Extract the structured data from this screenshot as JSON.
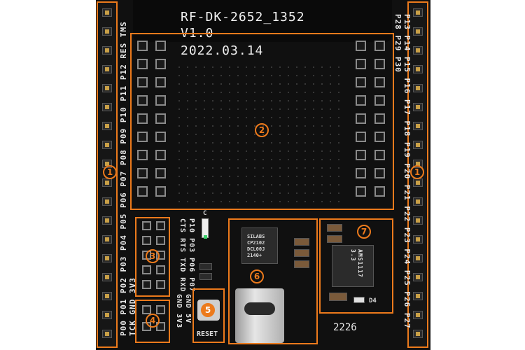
{
  "board": {
    "title_line1": "RF-DK-2652_1352",
    "title_line2": "V1.0",
    "title_line3": "2022.03.14",
    "left_pins_label": "P00 P01 P02 P03 P04 P05 P06 P07 P08 P09 P10 P11 P12 RES TMS TCK GND 3V3",
    "right_pins_label": "P13 P14 P15 P16 P17 P18 P19 P20 P21 P22 P23 P24 P25 P26 P27 P28 P29 P30",
    "uart_top": "CTS RTS TXD RXD",
    "uart_bottom": "P10 P03 P06 P07",
    "power_label": "GND 3V3",
    "power_label2": "GND 5V",
    "reset_label": "RESET",
    "ic_line1": "SILABS",
    "ic_line2": "CP2102",
    "ic_line3": "DCL00J",
    "ic_line4": "2140+",
    "reg_line1": "AMS1117",
    "reg_line2": "3.3",
    "led_label": "D4",
    "serial": "2226",
    "led_c": "C"
  },
  "callouts": [
    "1",
    "2",
    "3",
    "4",
    "5",
    "6",
    "7",
    "1"
  ],
  "colors": {
    "accent": "#ec7a1c",
    "pcb": "#101010"
  }
}
